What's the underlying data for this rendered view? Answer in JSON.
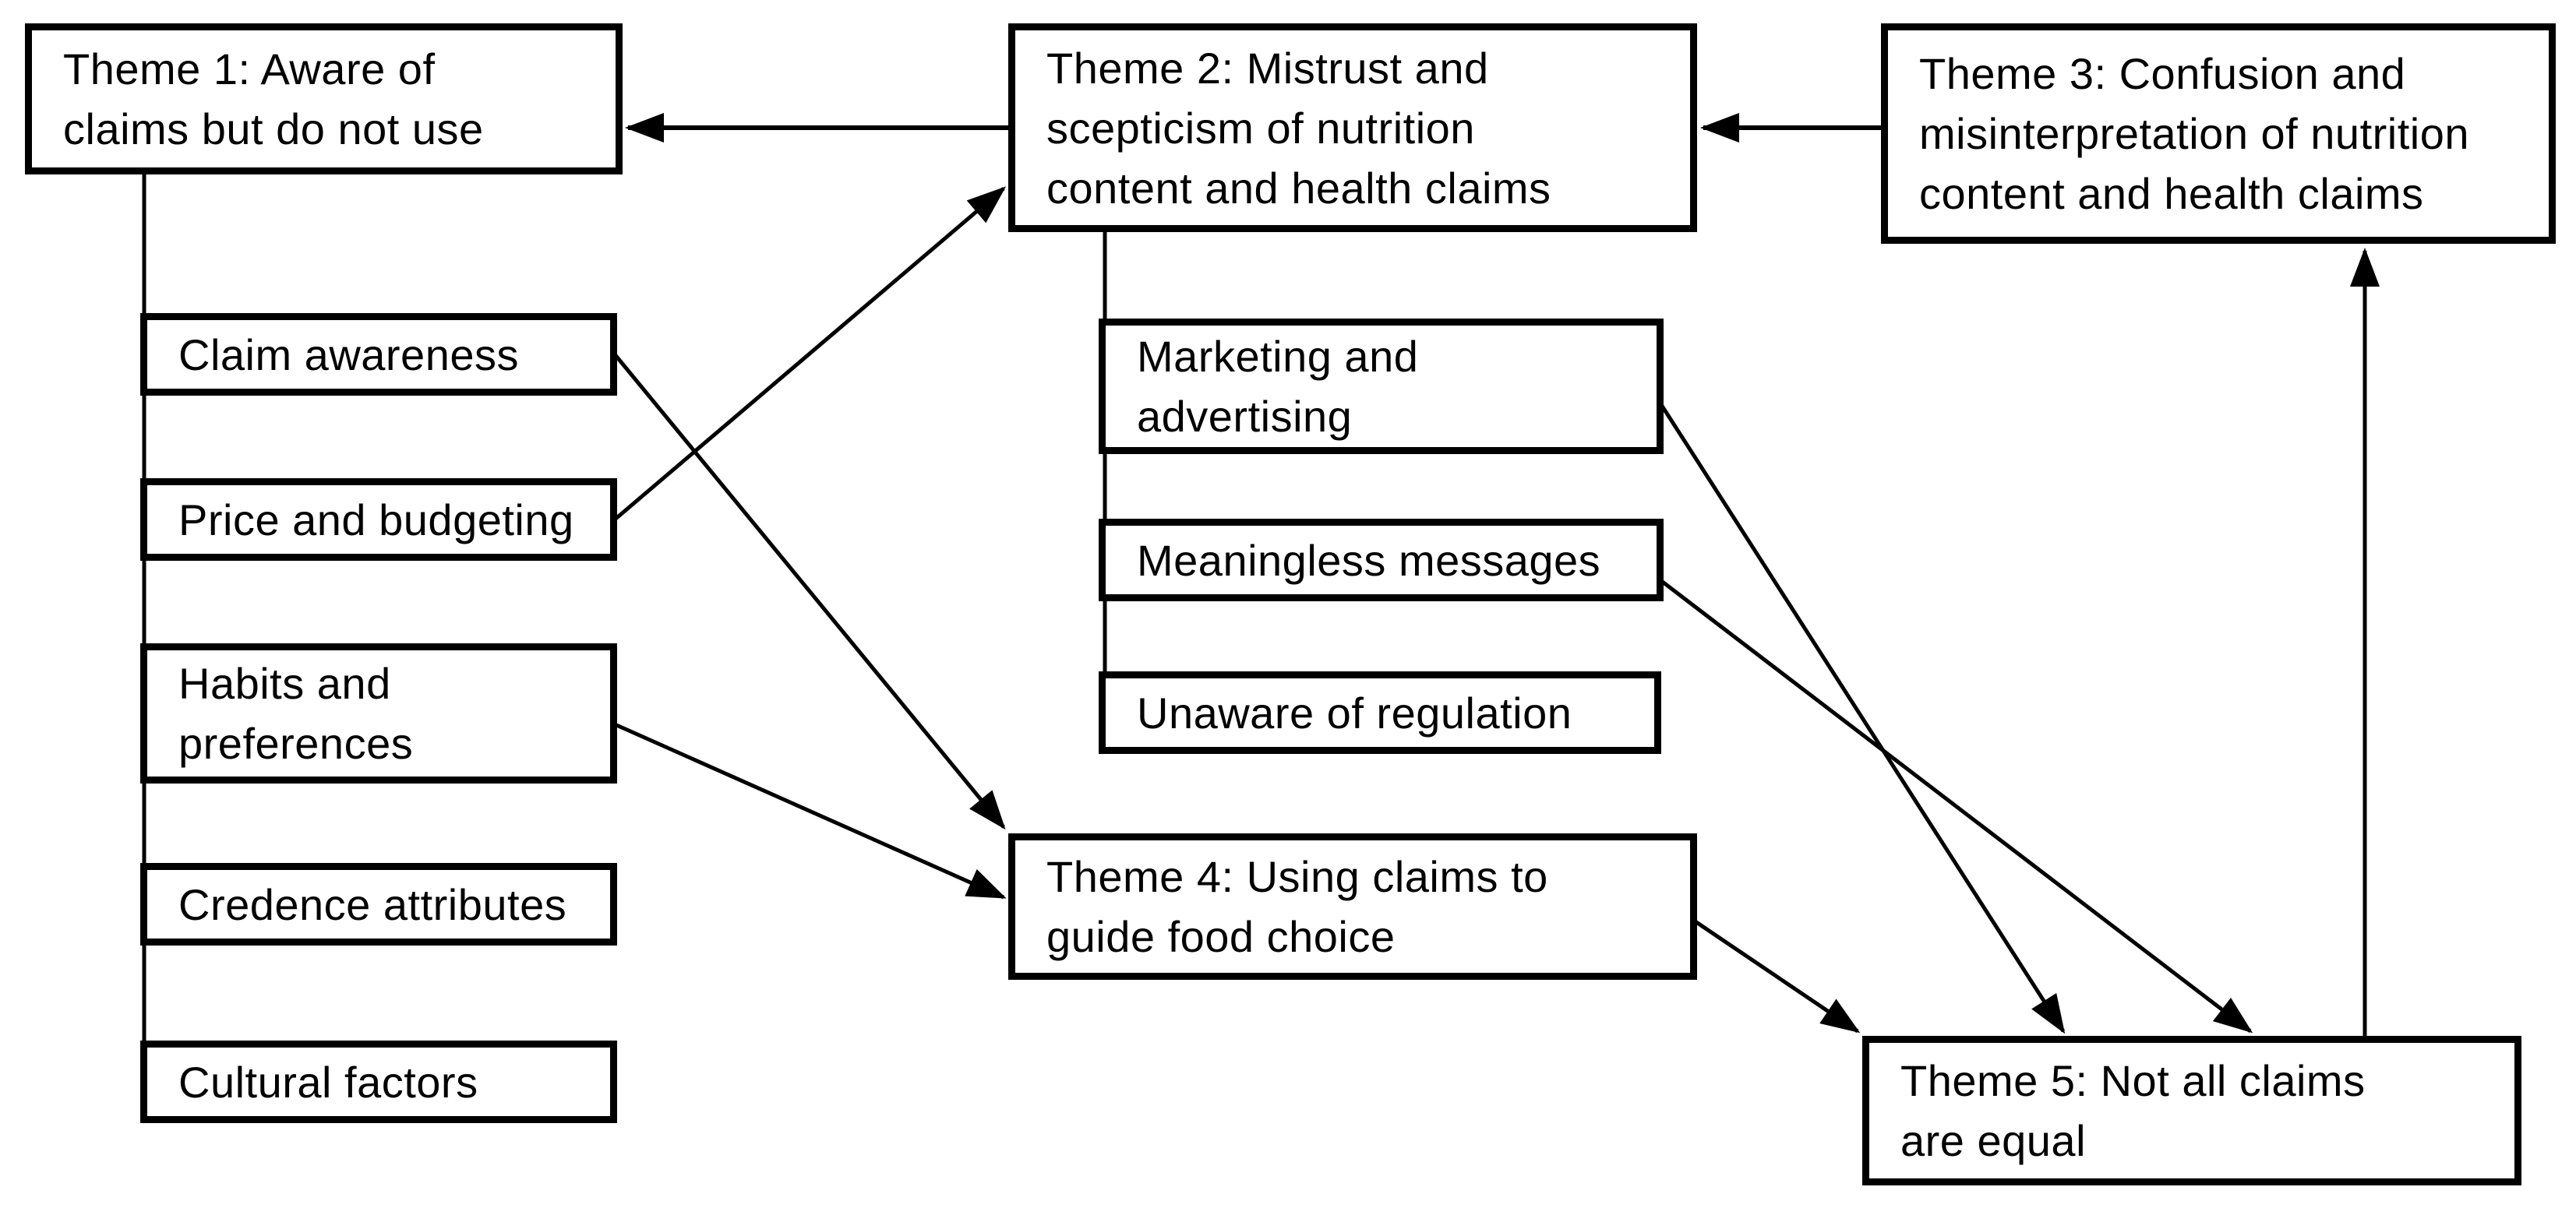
{
  "diagram": {
    "description": "Thematic map of five themes and their sub-themes about nutrition content and health claims",
    "colors": {
      "background": "#ffffff",
      "box_fill": "#ffffff",
      "box_border": "#000000",
      "line": "#000000",
      "text": "#000000"
    }
  },
  "nodes": {
    "theme1": {
      "lines": [
        "Theme 1: Aware of",
        "claims but do not use"
      ]
    },
    "theme2": {
      "lines": [
        "Theme 2: Mistrust and",
        "scepticism of nutrition",
        "content and health claims"
      ]
    },
    "theme3": {
      "lines": [
        "Theme 3: Confusion and",
        "misinterpretation of nutrition",
        "content and health claims"
      ]
    },
    "theme4": {
      "lines": [
        "Theme 4: Using claims to",
        "guide food choice"
      ]
    },
    "theme5": {
      "lines": [
        "Theme 5: Not all claims",
        "are equal"
      ]
    },
    "claim_awareness": {
      "lines": [
        "Claim awareness"
      ]
    },
    "price_budgeting": {
      "lines": [
        "Price and budgeting"
      ]
    },
    "habits_preferences": {
      "lines": [
        "Habits and",
        "preferences"
      ]
    },
    "credence_attributes": {
      "lines": [
        "Credence attributes"
      ]
    },
    "cultural_factors": {
      "lines": [
        "Cultural factors"
      ]
    },
    "marketing_advertising": {
      "lines": [
        "Marketing and",
        "advertising"
      ]
    },
    "meaningless_messages": {
      "lines": [
        "Meaningless messages"
      ]
    },
    "unaware_regulation": {
      "lines": [
        "Unaware of regulation"
      ]
    }
  },
  "edges": [
    {
      "from": "theme2",
      "to": "theme1",
      "type": "arrow"
    },
    {
      "from": "theme3",
      "to": "theme2",
      "type": "arrow"
    },
    {
      "from": "price_budgeting",
      "to": "theme2",
      "type": "arrow"
    },
    {
      "from": "claim_awareness",
      "to": "theme4",
      "type": "arrow"
    },
    {
      "from": "habits_preferences",
      "to": "theme4",
      "type": "arrow"
    },
    {
      "from": "theme4",
      "to": "theme5",
      "type": "arrow"
    },
    {
      "from": "marketing_advertising",
      "to": "theme5",
      "type": "arrow"
    },
    {
      "from": "meaningless_messages",
      "to": "theme5",
      "type": "arrow"
    },
    {
      "from": "theme5",
      "to": "theme3",
      "type": "arrow"
    },
    {
      "from": "theme1",
      "to": [
        "claim_awareness",
        "price_budgeting",
        "habits_preferences",
        "credence_attributes",
        "cultural_factors"
      ],
      "type": "spine-line"
    },
    {
      "from": "theme2",
      "to": [
        "marketing_advertising",
        "meaningless_messages",
        "unaware_regulation"
      ],
      "type": "spine-line"
    }
  ]
}
